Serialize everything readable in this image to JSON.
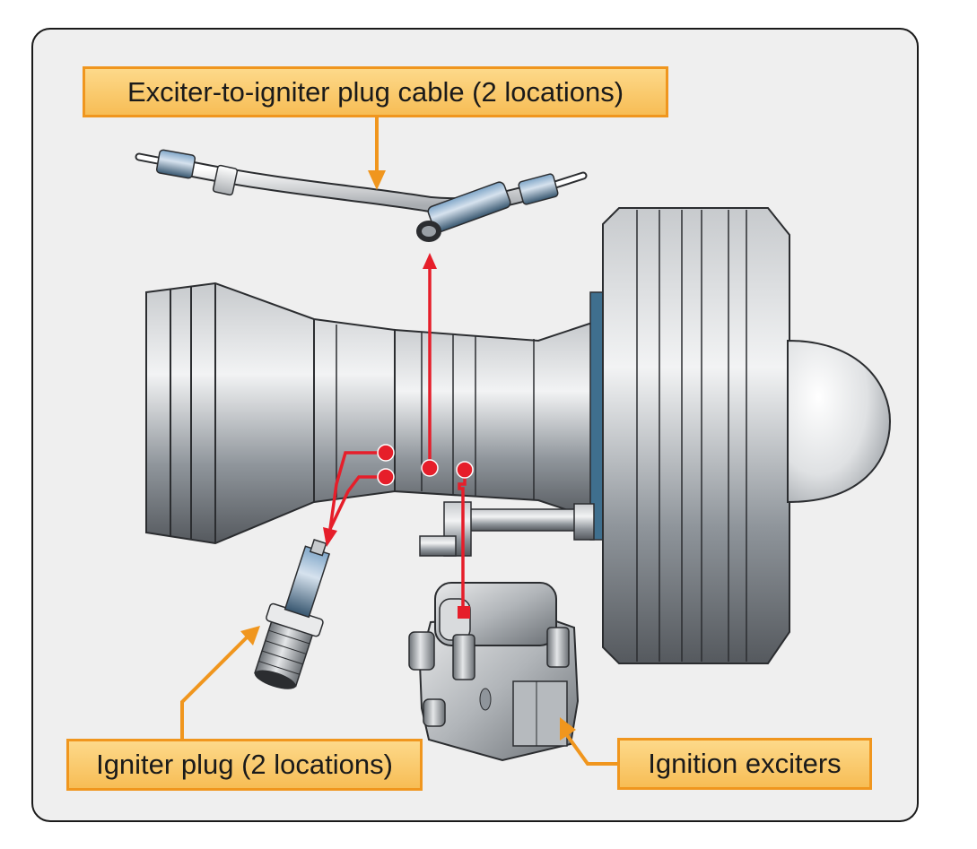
{
  "labels": {
    "cable": "Exciter-to-igniter plug cable (2 locations)",
    "igniter": "Igniter plug (2 locations)",
    "exciters": "Ignition exciters"
  },
  "colors": {
    "panel_bg": "#efefef",
    "callout_fill": "#f7bd55",
    "callout_border": "#f0961e",
    "leader_orange": "#f0961e",
    "connector_red": "#e61e2a",
    "metal_mid": "#9aa0a6"
  }
}
